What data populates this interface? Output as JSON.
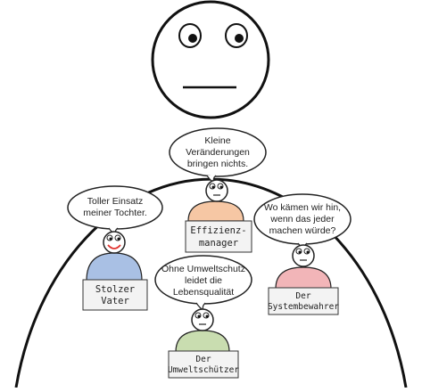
{
  "colors": {
    "vater": "#a9c0e4",
    "effizienz": "#f6c7a4",
    "system": "#f2b5b8",
    "umwelt": "#c9ddb0",
    "outline": "#111111"
  },
  "figures": {
    "vater": {
      "bubble": [
        "Toller Einsatz",
        "meiner Tochter."
      ],
      "name": [
        "Stolzer",
        "Vater"
      ],
      "mouth": "smile"
    },
    "effizienz": {
      "bubble": [
        "Kleine",
        "Veränderungen",
        "bringen nichts."
      ],
      "name": [
        "Effizienz-",
        "manager"
      ],
      "mouth": "flat"
    },
    "system": {
      "bubble": [
        "Wo kämen wir hin,",
        "wenn das jeder",
        "machen würde?"
      ],
      "name": [
        "Der",
        "Systembewahrer"
      ],
      "mouth": "flat"
    },
    "umwelt": {
      "bubble": [
        "Ohne Umweltschutz",
        "leidet die",
        "Lebensqualität"
      ],
      "name": [
        "Der",
        "Umweltschützer"
      ],
      "mouth": "flat"
    }
  }
}
